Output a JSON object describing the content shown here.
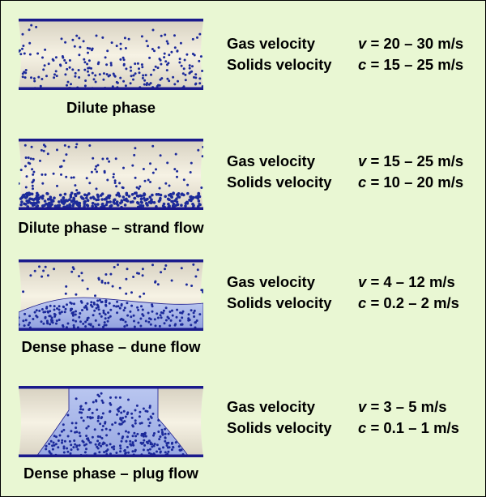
{
  "colors": {
    "background": "#e9f7d3",
    "pipe_wall": "#1a1a8c",
    "particle": "#1c2a9a",
    "gas_light": "#f6f2e4",
    "gas_dark": "#d8d2c2",
    "dense_fill": "#aab8ec"
  },
  "panels": [
    {
      "caption": "Dilute phase",
      "gas_label": "Gas velocity",
      "gas_symbol": "v",
      "gas_value": "= 20 – 30 m/s",
      "solids_label": "Solids velocity",
      "solids_symbol": "c",
      "solids_value": "= 15 – 25 m/s"
    },
    {
      "caption": "Dilute phase – strand flow",
      "gas_label": "Gas velocity",
      "gas_symbol": "v",
      "gas_value": "= 15 – 25 m/s",
      "solids_label": "Solids velocity",
      "solids_symbol": "c",
      "solids_value": "= 10 – 20 m/s"
    },
    {
      "caption": "Dense phase – dune flow",
      "gas_label": "Gas velocity",
      "gas_symbol": "v",
      "gas_value": "= 4 – 12 m/s",
      "solids_label": "Solids velocity",
      "solids_symbol": "c",
      "solids_value": "= 0.2 – 2 m/s"
    },
    {
      "caption": "Dense phase – plug flow",
      "gas_label": "Gas velocity",
      "gas_symbol": "v",
      "gas_value": "= 3 – 5 m/s",
      "solids_label": "Solids velocity",
      "solids_symbol": "c",
      "solids_value": "= 0.1 – 1 m/s"
    }
  ]
}
